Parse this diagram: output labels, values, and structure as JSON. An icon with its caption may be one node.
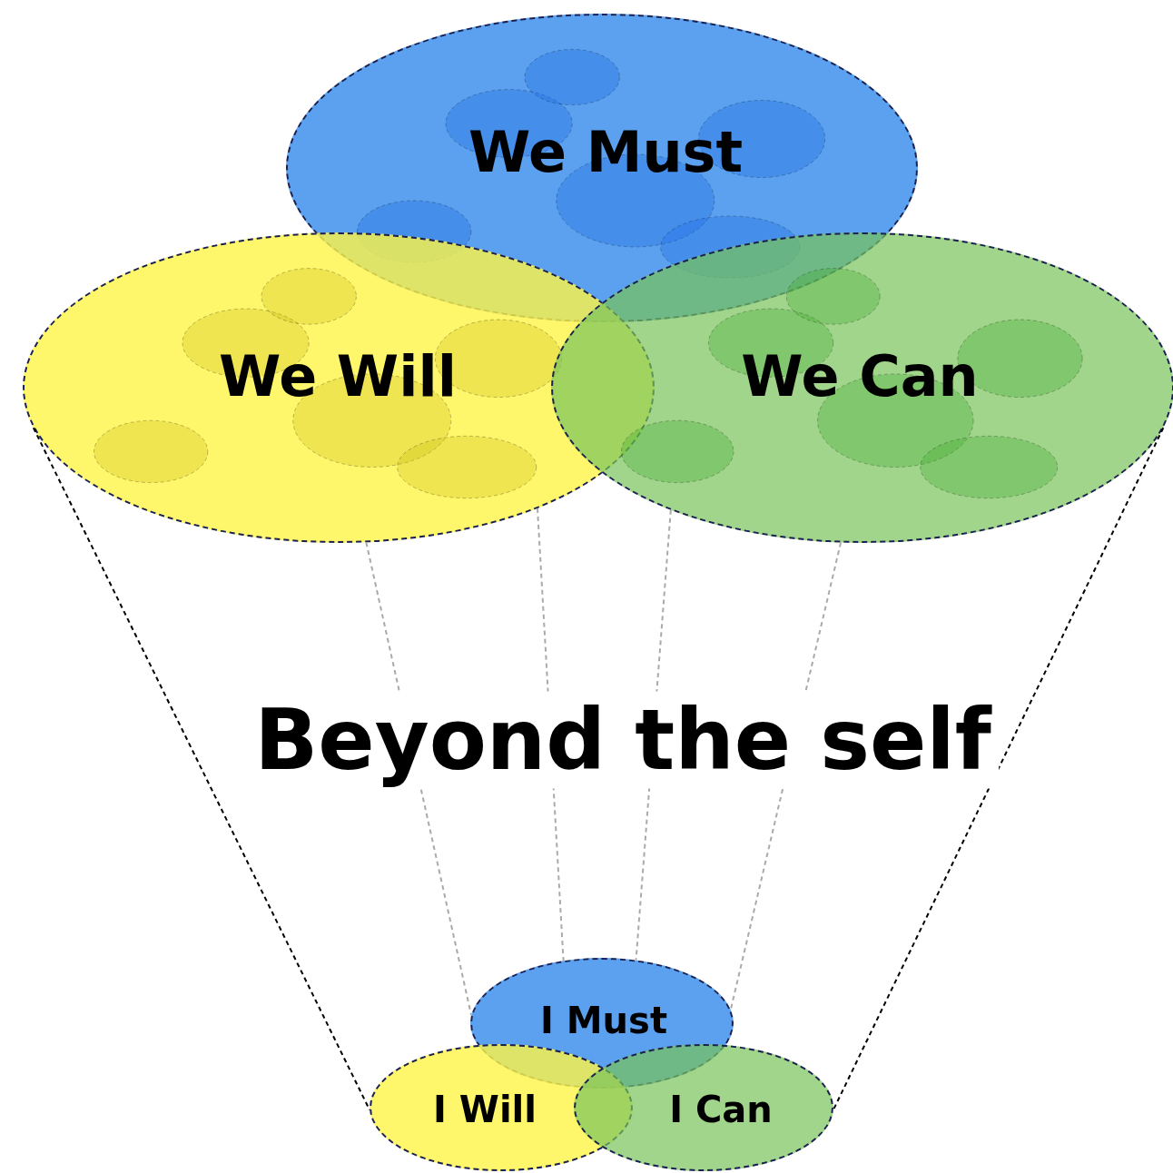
{
  "diagram": {
    "title": "Beyond the self",
    "nodes": [
      {
        "text": [
          "We Must"
        ]
      },
      {
        "text": [
          "We Will"
        ]
      },
      {
        "text": [
          "We Can"
        ]
      },
      {
        "text": [
          "I Must"
        ]
      },
      {
        "text": [
          "I Will"
        ]
      },
      {
        "text": [
          "I Can"
        ]
      }
    ],
    "edges": [
      {
        "from": 1,
        "to": 4,
        "arrow": "none",
        "style": "dashed",
        "color": "#000000"
      },
      {
        "from": 2,
        "to": 5,
        "arrow": "none",
        "style": "dashed",
        "color": "#000000"
      },
      {
        "from": 1,
        "to": 3,
        "arrow": "none",
        "style": "dashed"
      },
      {
        "from": 1,
        "to": 3,
        "arrow": "none",
        "style": "dashed"
      },
      {
        "from": 2,
        "to": 3,
        "arrow": "none",
        "style": "dashed"
      },
      {
        "from": 2,
        "to": 3,
        "arrow": "none",
        "style": "dashed"
      }
    ]
  }
}
